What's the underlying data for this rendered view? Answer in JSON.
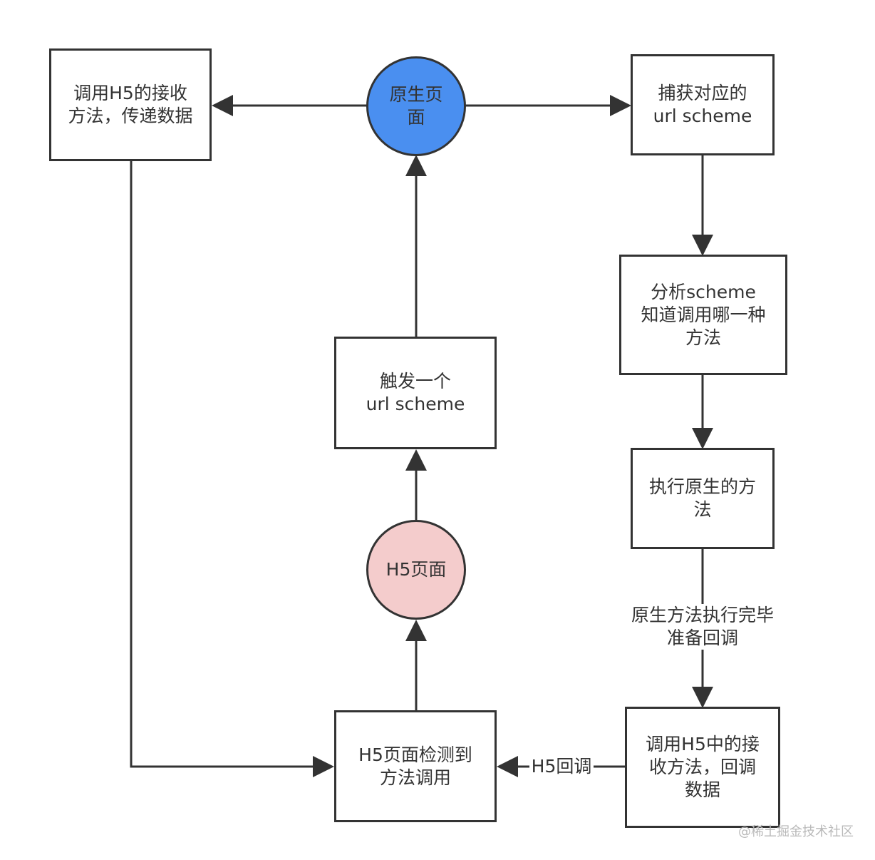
{
  "diagram": {
    "colors": {
      "stroke": "#333333",
      "native_page_fill": "#4a8ff0",
      "h5_page_fill": "#f4cccc"
    },
    "nodes": {
      "native_page": "原生页\n面",
      "call_h5_receive_pass_data": "调用H5的接收\n方法，传递数据",
      "capture_url_scheme": "捕获对应的\nurl scheme",
      "analyze_scheme": "分析scheme\n知道调用哪一种\n方法",
      "execute_native_method": "执行原生的方\n法",
      "call_h5_receive_callback": "调用H5中的接\n收方法，回调\n数据",
      "h5_detect_method_call": "H5页面检测到\n方法调用",
      "h5_page": "H5页面",
      "trigger_url_scheme": "触发一个\nurl scheme"
    },
    "edge_labels": {
      "native_done_ready_callback": "原生方法执行完毕\n准备回调",
      "h5_callback": "H5回调"
    },
    "watermark": "@稀土掘金技术社区"
  }
}
